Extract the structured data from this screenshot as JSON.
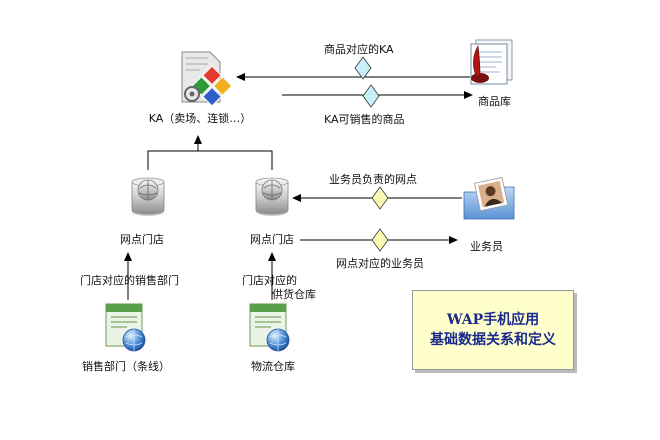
{
  "diagram": {
    "nodes": {
      "ka": {
        "label": "KA（卖场、连锁…）",
        "icon": "colorful-puzzle-app-icon"
      },
      "product_db": {
        "label": "商品库",
        "icon": "document-with-quill-icon"
      },
      "store_left": {
        "label": "网点门店",
        "icon": "globe-server-icon"
      },
      "store_right": {
        "label": "网点门店",
        "icon": "globe-server-icon"
      },
      "salesperson": {
        "label": "业务员",
        "icon": "person-photo-folder-icon"
      },
      "sales_dept": {
        "label": "销售部门（条线）",
        "icon": "globe-document-icon"
      },
      "warehouse": {
        "label": "物流仓库",
        "icon": "globe-document-icon"
      }
    },
    "relations": {
      "product_to_ka": "商品对应的KA",
      "ka_products": "KA可销售的商品",
      "salesperson_stores": "业务员负责的网点",
      "store_salesperson": "网点对应的业务员",
      "store_sales_dept": "门店对应的销售部门",
      "store_warehouse_line1": "门店对应的",
      "store_warehouse_line2": "供货仓库"
    },
    "colors": {
      "diamond_cyan": "#c8f0f8",
      "diamond_yellow": "#fafab4",
      "note_bg": "#ffffcc",
      "note_text": "#1a2a8c"
    }
  },
  "note": {
    "line1": "WAP手机应用",
    "line2": "基础数据关系和定义"
  }
}
